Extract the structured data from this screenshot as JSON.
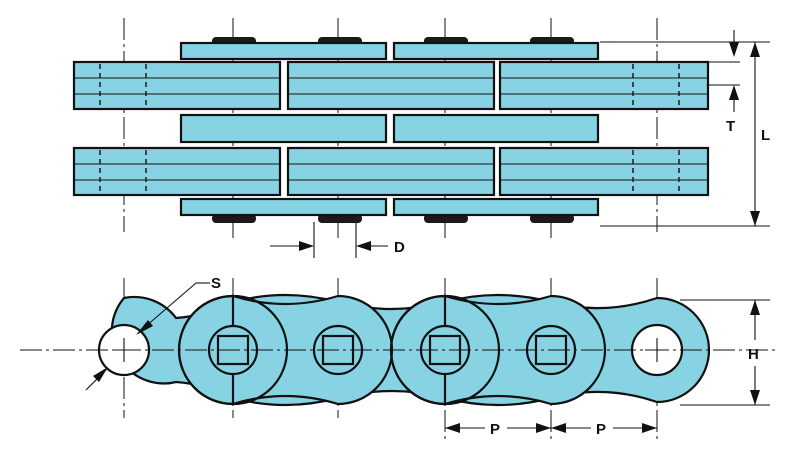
{
  "colors": {
    "plate_fill": "#87d3e3",
    "line": "#111111",
    "background": "#ffffff"
  },
  "labels": {
    "T": "T",
    "L": "L",
    "D": "D",
    "S": "S",
    "H": "H",
    "P1": "P",
    "P2": "P"
  }
}
